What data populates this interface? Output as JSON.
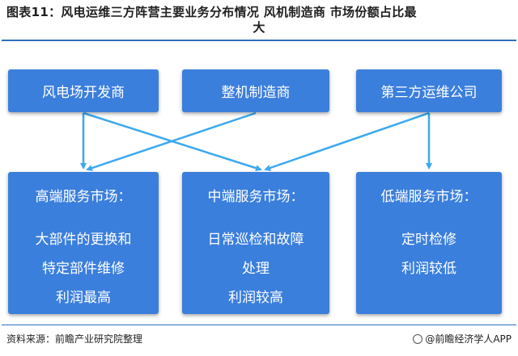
{
  "title": {
    "line1": "图表11：风电运维三方阵营主要业务分布情况 风机制造商 市场份额占比最",
    "line2": "大"
  },
  "top_boxes": [
    {
      "label": "风电场开发商"
    },
    {
      "label": "整机制造商"
    },
    {
      "label": "第三方运维公司"
    }
  ],
  "bottom_boxes": [
    {
      "heading": "高端服务市场：",
      "lines": [
        "大部件的更换和",
        "特定部件维修",
        "利润最高"
      ]
    },
    {
      "heading": "中端服务市场：",
      "lines": [
        "日常巡检和故障",
        "处理",
        "利润较高"
      ]
    },
    {
      "heading": "低端服务市场：",
      "lines": [
        "定时检修",
        "利润较低"
      ]
    }
  ],
  "footer": {
    "source": "资料来源：前瞻产业研究院整理",
    "brand": "@前瞻经济学人APP"
  },
  "colors": {
    "box": "#3b7fdd",
    "arrow": "#3aa9f0",
    "rule": "#2f6ec0"
  }
}
